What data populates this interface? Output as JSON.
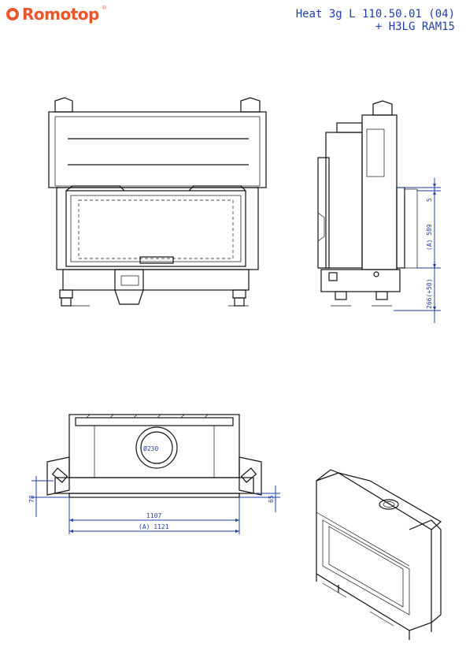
{
  "brand": {
    "name": "Romotop",
    "reg": "®"
  },
  "header": {
    "model_line1": "Heat 3g L 110.50.01 (04)",
    "model_line2": "+ H3LG RAM15"
  },
  "dimensions": {
    "side_top": "5",
    "side_height": "(A) 509",
    "side_bottom": "266(+50)",
    "top_left": "78",
    "top_right": "65",
    "width_inner": "1107",
    "width_outer": "(A) 1121",
    "flue": "Ø230"
  },
  "colors": {
    "brand": "#e8562a",
    "dimension": "#1f3fa8",
    "line": "#111111"
  }
}
